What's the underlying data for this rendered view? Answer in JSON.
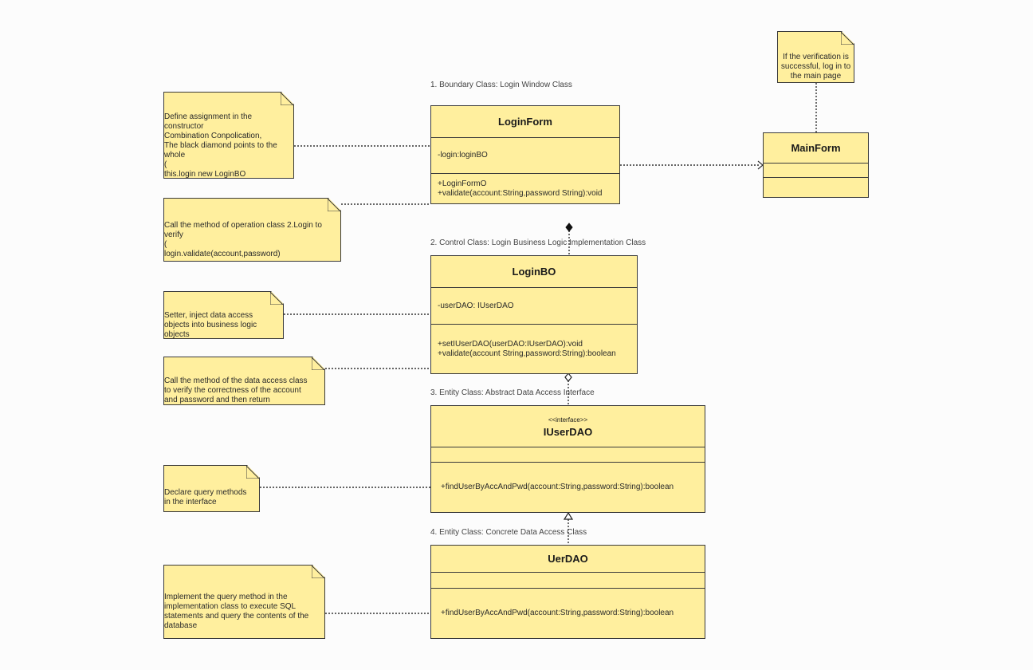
{
  "labels": {
    "boundary": "1. Boundary Class: Login Window Class",
    "control": "2. Control Class: Login Business Logic Implementation Class",
    "entity_interface": "3. Entity Class: Abstract Data Access Interface",
    "entity_concrete": "4. Entity Class: Concrete Data Access Class"
  },
  "classes": {
    "loginform": {
      "name": "LoginForm",
      "attributes": [
        "-login:loginBO"
      ],
      "operations": [
        "+LoginFormO",
        "+validate(account:String,password String):void"
      ]
    },
    "mainform": {
      "name": "MainForm"
    },
    "loginbo": {
      "name": "LoginBO",
      "attributes": [
        "-userDAO: IUserDAO"
      ],
      "operations": [
        "+setIUserDAO(userDAO:IUserDAO):void",
        "+validate(account String,password:String):boolean"
      ]
    },
    "iuserdao": {
      "stereotype": "<<interface>>",
      "name": "IUserDAO",
      "operations": [
        "+findUserByAccAndPwd(account:String,password:String):boolean"
      ]
    },
    "uerdao": {
      "name": "UerDAO",
      "operations": [
        "+findUserByAccAndPwd(account:String,password:String):boolean"
      ]
    }
  },
  "notes": {
    "constructor": "Define assignment in the\nconstructor\nCombination Conpolication,\nThe black diamond points to the\nwhole\n(\nthis.login new LoginBO",
    "call_operation": "Call the method of operation class 2.Login to\nverify\n(\nlogin.validate(account,password)",
    "setter": "Setter, inject data access\nobjects into business logic\nobjects",
    "call_data_access": "Call the method of the data access class\nto verify the correctness of the account\nand password and then return",
    "declare_query": "Declare query methods\nin the interface",
    "implement_query": "Implement the query method in the\nimplementation class to execute SQL\nstatements and query the contents of the\ndatabase",
    "verification": "If the verification is\nsuccessful, log in to\nthe main page"
  },
  "colors": {
    "fill": "#ffef9e",
    "stroke": "#3a3a3a"
  }
}
